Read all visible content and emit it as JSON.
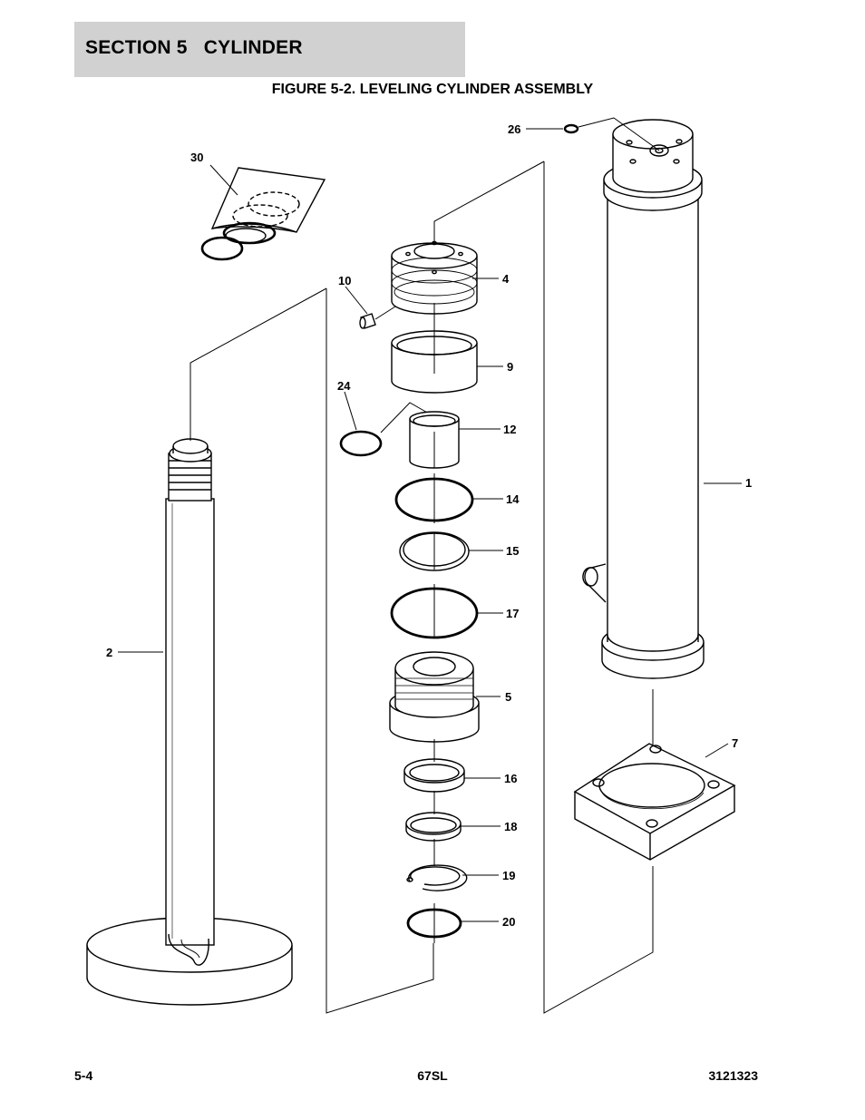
{
  "section": {
    "title": "SECTION 5   CYLINDER"
  },
  "figure": {
    "title": "FIGURE 5-2. LEVELING CYLINDER ASSEMBLY"
  },
  "callouts": {
    "c26": "26",
    "c30": "30",
    "c10": "10",
    "c4": "4",
    "c9": "9",
    "c24": "24",
    "c12": "12",
    "c1": "1",
    "c14": "14",
    "c15": "15",
    "c17": "17",
    "c2": "2",
    "c5": "5",
    "c7": "7",
    "c16": "16",
    "c18": "18",
    "c19": "19",
    "c20": "20"
  },
  "footer": {
    "page": "5-4",
    "model": "67SL",
    "doc_number": "3121323"
  }
}
